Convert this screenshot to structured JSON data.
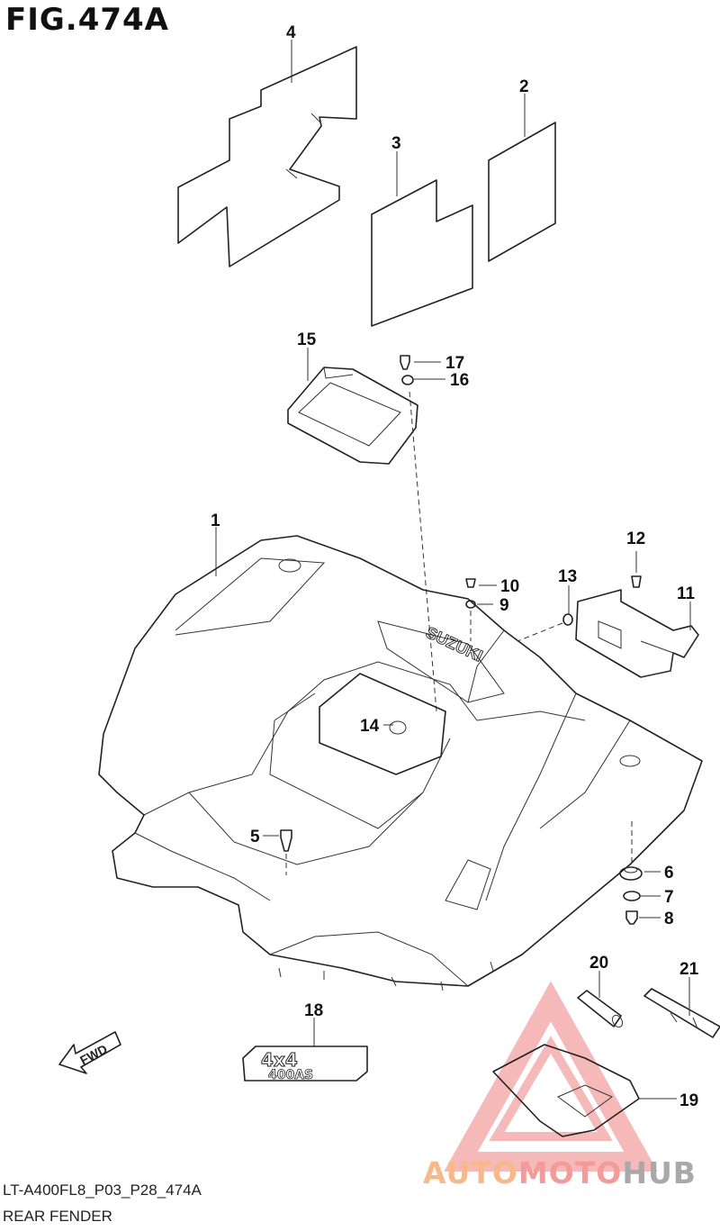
{
  "figure": {
    "title": "FIG.474A",
    "code": "LT-A400FL8_P03_P28_474A",
    "name": "REAR FENDER"
  },
  "callouts": [
    "1",
    "2",
    "3",
    "4",
    "5",
    "6",
    "7",
    "8",
    "9",
    "10",
    "11",
    "12",
    "13",
    "14",
    "15",
    "16",
    "17",
    "18",
    "19",
    "20",
    "21"
  ],
  "labels": {
    "fwd": "FWD",
    "brand": "SUZUKI",
    "emblem_top": "4x4",
    "emblem_bottom": "400AS"
  },
  "watermark": {
    "part_a": "AUTO",
    "part_b": "MOTO",
    "part_c": "HUB",
    "colors": {
      "auto": "#f7b98a",
      "moto": "#f39a9a",
      "hub": "#a9a9a9",
      "triangle": "#f08080"
    }
  },
  "icons": [
    "fwd-arrow-icon",
    "watermark-triangle-icon"
  ]
}
